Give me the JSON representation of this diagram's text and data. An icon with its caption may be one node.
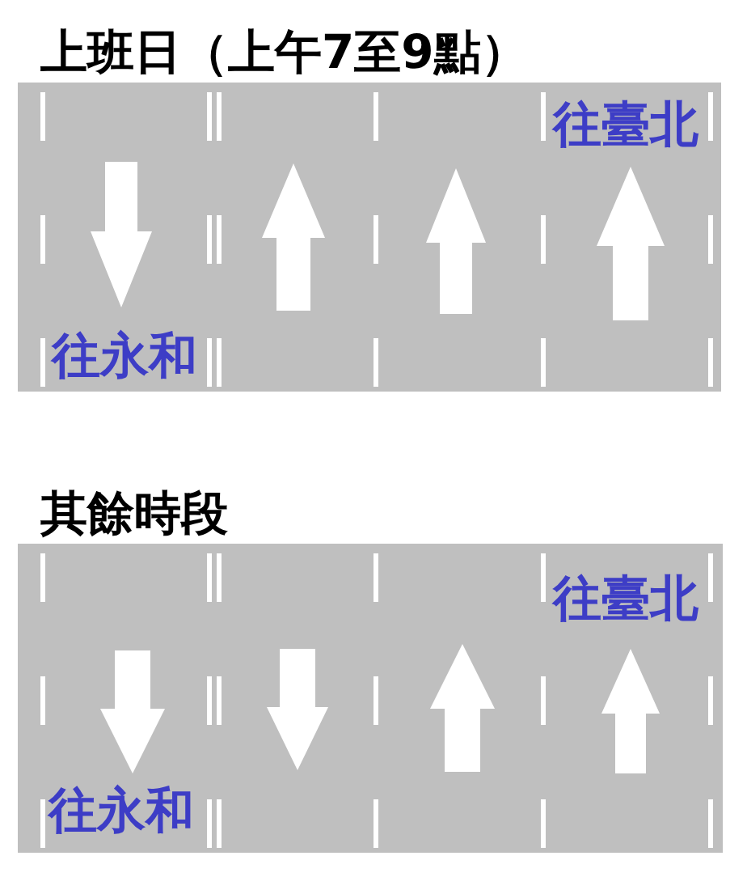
{
  "diagram": {
    "nodes": [
      {
        "text": [
          "上班日（上午7至9點）",
          "往臺北",
          "往永和"
        ]
      },
      {
        "text": [
          "其餘時段",
          "往臺北",
          "往永和"
        ]
      }
    ]
  }
}
